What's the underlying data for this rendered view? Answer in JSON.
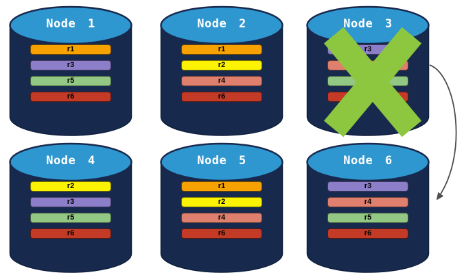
{
  "colors": {
    "cylinder_body": "#18294E",
    "cylinder_outline": "#0D1F3C",
    "cylinder_top": "#2F97D0",
    "failure_x": "#8DC63F",
    "arrow": "#4D4D4D"
  },
  "nodes": [
    {
      "title": "Node 1",
      "failed": false,
      "rows": [
        {
          "label": "r1",
          "color": "#F7A201"
        },
        {
          "label": "r3",
          "color": "#8C7EC8"
        },
        {
          "label": "r5",
          "color": "#93C784"
        },
        {
          "label": "r6",
          "color": "#C33B27"
        }
      ]
    },
    {
      "title": "Node 2",
      "failed": false,
      "rows": [
        {
          "label": "r1",
          "color": "#F7A201"
        },
        {
          "label": "r2",
          "color": "#FBF301"
        },
        {
          "label": "r4",
          "color": "#DF7F6D"
        },
        {
          "label": "r6",
          "color": "#C33B27"
        }
      ]
    },
    {
      "title": "Node 3",
      "failed": true,
      "rows": [
        {
          "label": "r3",
          "color": "#8C7EC8"
        },
        {
          "label": "r4",
          "color": "#DF7F6D"
        },
        {
          "label": "r5",
          "color": "#93C784"
        },
        {
          "label": "r6",
          "color": "#C33B27"
        }
      ]
    },
    {
      "title": "Node 4",
      "failed": false,
      "rows": [
        {
          "label": "r2",
          "color": "#FBF301"
        },
        {
          "label": "r3",
          "color": "#8C7EC8"
        },
        {
          "label": "r5",
          "color": "#93C784"
        },
        {
          "label": "r6",
          "color": "#C33B27"
        }
      ]
    },
    {
      "title": "Node 5",
      "failed": false,
      "rows": [
        {
          "label": "r1",
          "color": "#F7A201"
        },
        {
          "label": "r2",
          "color": "#FBF301"
        },
        {
          "label": "r4",
          "color": "#DF7F6D"
        },
        {
          "label": "r6",
          "color": "#C33B27"
        }
      ]
    },
    {
      "title": "Node 6",
      "failed": false,
      "rows": [
        {
          "label": "r3",
          "color": "#8C7EC8"
        },
        {
          "label": "r4",
          "color": "#DF7F6D"
        },
        {
          "label": "r5",
          "color": "#93C784"
        },
        {
          "label": "r6",
          "color": "#C33B27"
        }
      ]
    }
  ]
}
